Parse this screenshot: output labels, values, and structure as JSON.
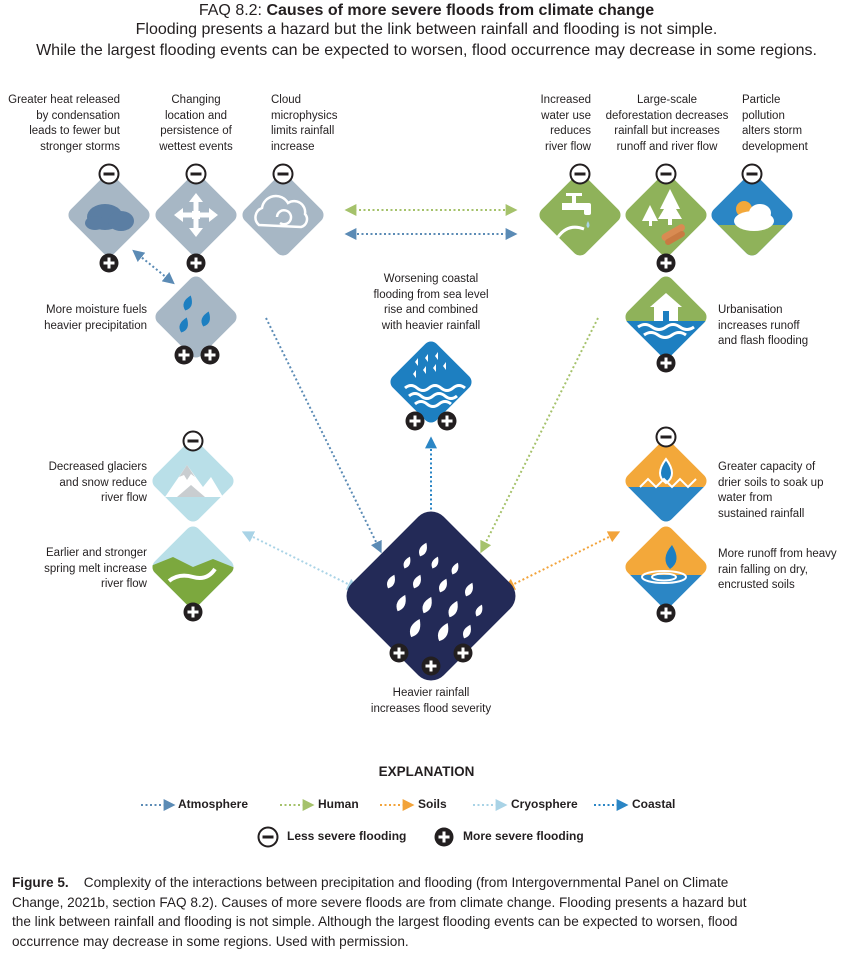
{
  "header": {
    "title_prefix": "FAQ 8.2:",
    "title_main": "Causes of more severe floods from climate change",
    "subtitle_line1": "Flooding presents a hazard but the link between rainfall and flooding is not simple.",
    "subtitle_line2": "While the largest flooding events can be expected to worsen, flood occurrence may decrease in some regions."
  },
  "labels": {
    "heat": [
      "Greater heat released",
      "by condensation",
      "leads to fewer but",
      "stronger storms"
    ],
    "location": [
      "Changing",
      "location and",
      "persistence of",
      "wettest events"
    ],
    "cloud": [
      "Cloud",
      "microphysics",
      "limits rainfall",
      "increase"
    ],
    "water_use": [
      "Increased",
      "water use",
      "reduces",
      "river flow"
    ],
    "deforestation": [
      "Large-scale",
      "deforestation decreases",
      "rainfall but increases",
      "runoff and river flow"
    ],
    "pollution": [
      "Particle",
      "pollution",
      "alters storm",
      "development"
    ],
    "moisture": [
      "More moisture fuels",
      "heavier precipitation"
    ],
    "coastal": [
      "Worsening coastal",
      "flooding from sea level",
      "rise and combined",
      "with heavier rainfall"
    ],
    "urban": [
      "Urbanisation",
      "increases runoff",
      "and flash flooding"
    ],
    "glaciers": [
      "Decreased glaciers",
      "and snow reduce",
      "river flow"
    ],
    "spring": [
      "Earlier and stronger",
      "spring melt increase",
      "river flow"
    ],
    "drier": [
      "Greater capacity of",
      "drier soils to soak up",
      "water from",
      "sustained rainfall"
    ],
    "runoff": [
      "More runoff from heavy",
      "rain falling on dry,",
      "encrusted soils"
    ],
    "heavier": [
      "Heavier rainfall",
      "increases flood severity"
    ]
  },
  "explanation": {
    "title": "EXPLANATION",
    "atmosphere": "Atmosphere",
    "human": "Human",
    "soils": "Soils",
    "cryosphere": "Cryosphere",
    "coastal": "Coastal",
    "less": "Less severe flooding",
    "more": "More severe flooding"
  },
  "caption": {
    "label": "Figure 5.",
    "text_line1": "Complexity of the interactions between precipitation and flooding (from Intergovernmental Panel on Climate",
    "text_line2": "Change, 2021b, section FAQ 8.2). Causes of more severe floods are from climate change. Flooding presents a hazard but",
    "text_line3": "the link between rainfall and flooding is not simple. Although the largest flooding events can be expected to worsen, flood",
    "text_line4": "occurrence may decrease in some regions. Used with permission."
  },
  "colors": {
    "atmosphere": "#5b8bb5",
    "human": "#a5c26b",
    "soils": "#f2a33a",
    "cryosphere": "#a9d3e6",
    "coastal": "#2b86c5",
    "atmosphere_tile": "#a7b7c5",
    "human_tile": "#8fb25a",
    "cryo_tile": "#b9dfe8",
    "coastal_tile": "#1d7fc1",
    "soil_tile": "#f3a83a",
    "heavier_tile": "#232a57",
    "sign": "#231f20"
  },
  "icons": [
    "cloud-icon",
    "arrows-icon",
    "cycle-icon",
    "tap-icon",
    "trees-icon",
    "sun-cloud-icon",
    "raindrops-icon",
    "sea-rain-icon",
    "house-flood-icon",
    "mountain-icon",
    "river-icon",
    "drop-soil-icon",
    "splash-icon",
    "heavy-rain-icon",
    "plus-icon",
    "minus-icon"
  ]
}
